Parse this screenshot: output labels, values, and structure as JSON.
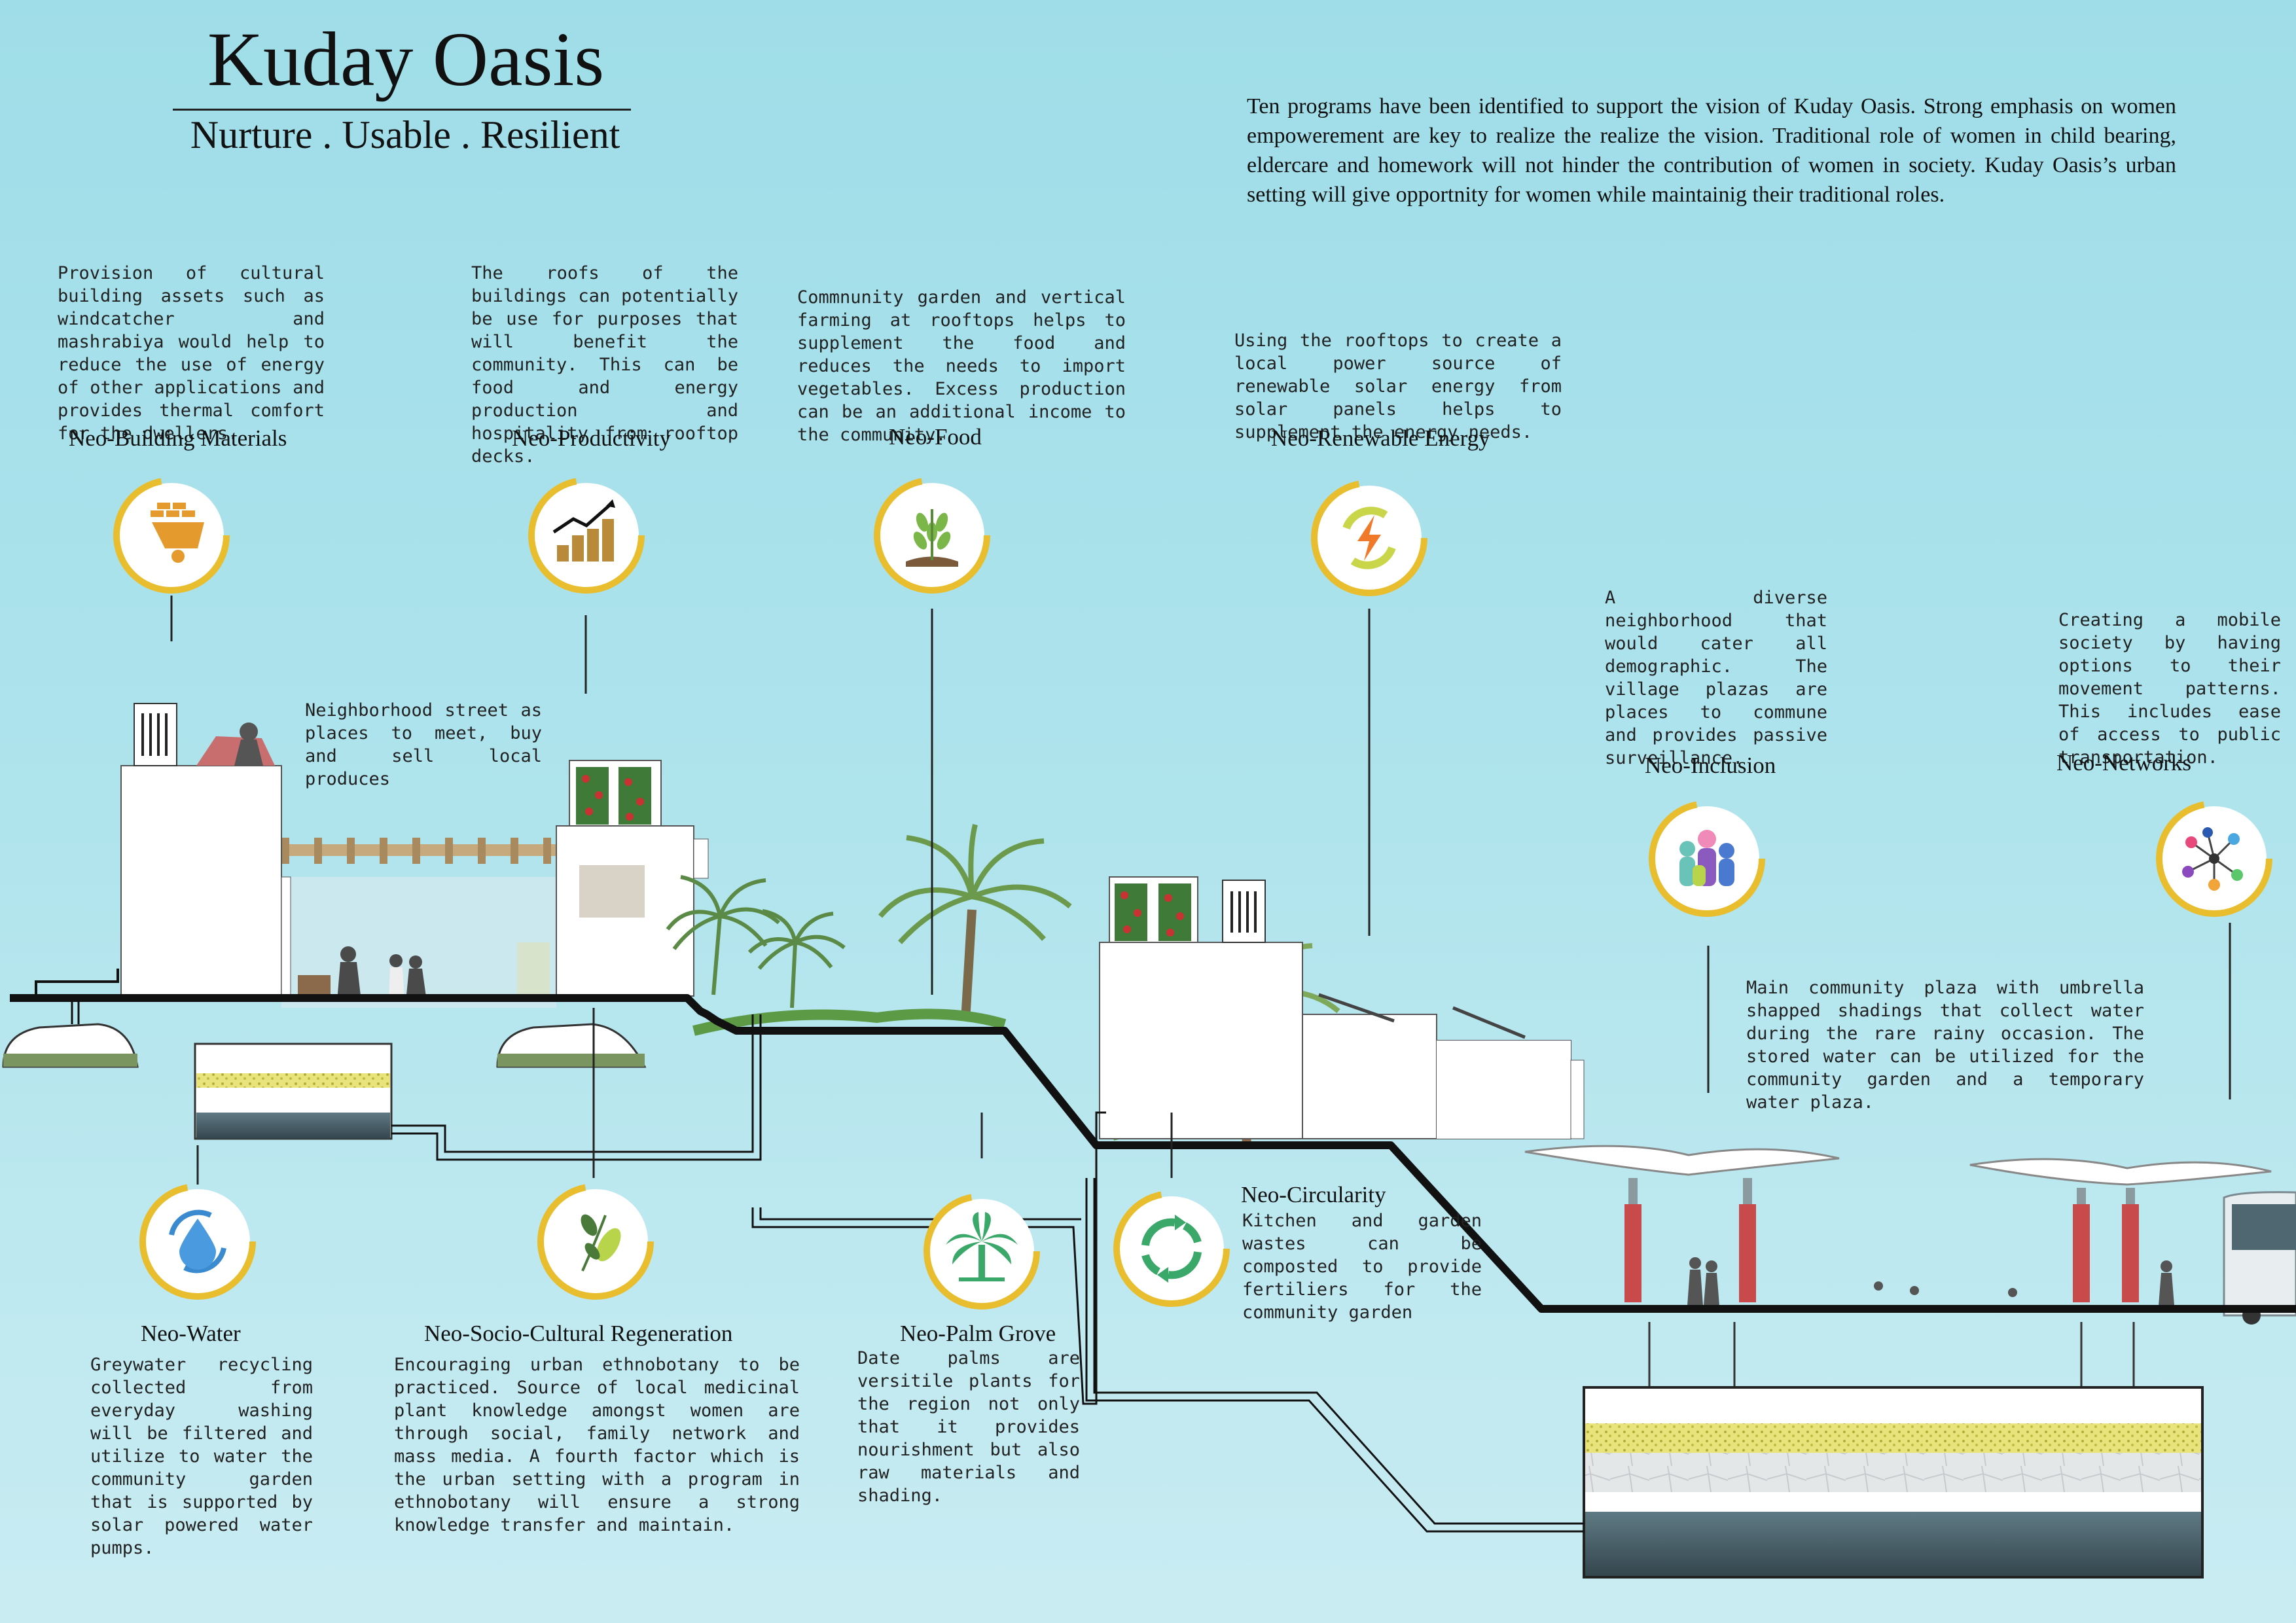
{
  "header": {
    "title": "Kuday Oasis",
    "subtitle": "Nurture . Usable . Resilient",
    "intro": "Ten programs have been identified to support the vision of  Kuday Oasis. Strong emphasis on women empowerement are key to realize the realize the vision. Traditional role of women in child bearing, eldercare and homework will not hinder the contribution of women in society. Kuday Oasis’s urban setting will give opportnity for women while maintainig their traditional roles."
  },
  "programs": {
    "building_materials": {
      "label": "Neo-Building Materials",
      "desc": "Provision of cultural building assets such as windcatcher and mashrabiya would help to reduce the use of energy of other applications and provides thermal comfort for the dwellers.",
      "icon": "wheelbarrow-icon"
    },
    "productivity": {
      "label": "Neo-Productivity",
      "desc": "The roofs of the buildings can potentially be use for purposes that will benefit the community. This can be food and energy production and hospitality from rooftop decks.",
      "icon": "growth-chart-icon"
    },
    "food": {
      "label": "Neo-Food",
      "desc": "Commnunity garden and vertical farming at rooftops helps to supplement the food and reduces the needs to import vegetables. Excess production can be an additional income to the community.",
      "icon": "wheat-icon"
    },
    "renewable_energy": {
      "label": "Neo-Renewable Energy",
      "desc": "Using the rooftops to create a local power source of renewable solar energy from solar panels helps to supplement the energy needs.",
      "icon": "energy-bolt-icon"
    },
    "inclusion": {
      "label": "Neo-Inclusion",
      "desc": "A diverse neighborhood that would cater all demographic. The village plazas are places to commune and provides passive surveillance.",
      "icon": "people-group-icon"
    },
    "networks": {
      "label": "Neo-Networks",
      "desc": "Creating a mobile society by having options to their movement patterns. This includes ease of access to public transportation.",
      "icon": "network-icon"
    },
    "water": {
      "label": "Neo-Water",
      "desc": "Greywater recycling collected from everyday washing will be filtered and utilize to water the community garden that is supported by solar powered water pumps.",
      "icon": "water-drop-icon"
    },
    "socio_cultural": {
      "label": "Neo-Socio-Cultural Regeneration",
      "desc": "Encouraging urban ethnobotany to be practiced. Source of local medicinal plant knowledge amongst women are through social, family network and mass media. A fourth factor which is the urban setting with a program in ethnobotany will ensure a strong knowledge transfer and maintain.",
      "icon": "herb-leaf-icon"
    },
    "palm_grove": {
      "label": "Neo-Palm Grove",
      "desc": "Date palms are versitile plants for the region not only that it provides nourishment but also raw materials and shading.",
      "icon": "palm-tree-icon"
    },
    "circularity": {
      "label": "Neo-Circularity",
      "desc": "Kitchen and garden wastes can be composted to provide fertiliers for the community garden",
      "icon": "recycle-icon"
    }
  },
  "notes": {
    "street": "Neighborhood street as places to meet, buy and sell local produces",
    "plaza": "Main community plaza with umbrella shapped shadings that collect water during the rare rainy occasion. The stored water can be utilized for the community garden and a temporary water plaza."
  },
  "colors": {
    "ring": "#e8bd2e",
    "sky_top": "#9fdde8",
    "ground_line": "#111111"
  }
}
